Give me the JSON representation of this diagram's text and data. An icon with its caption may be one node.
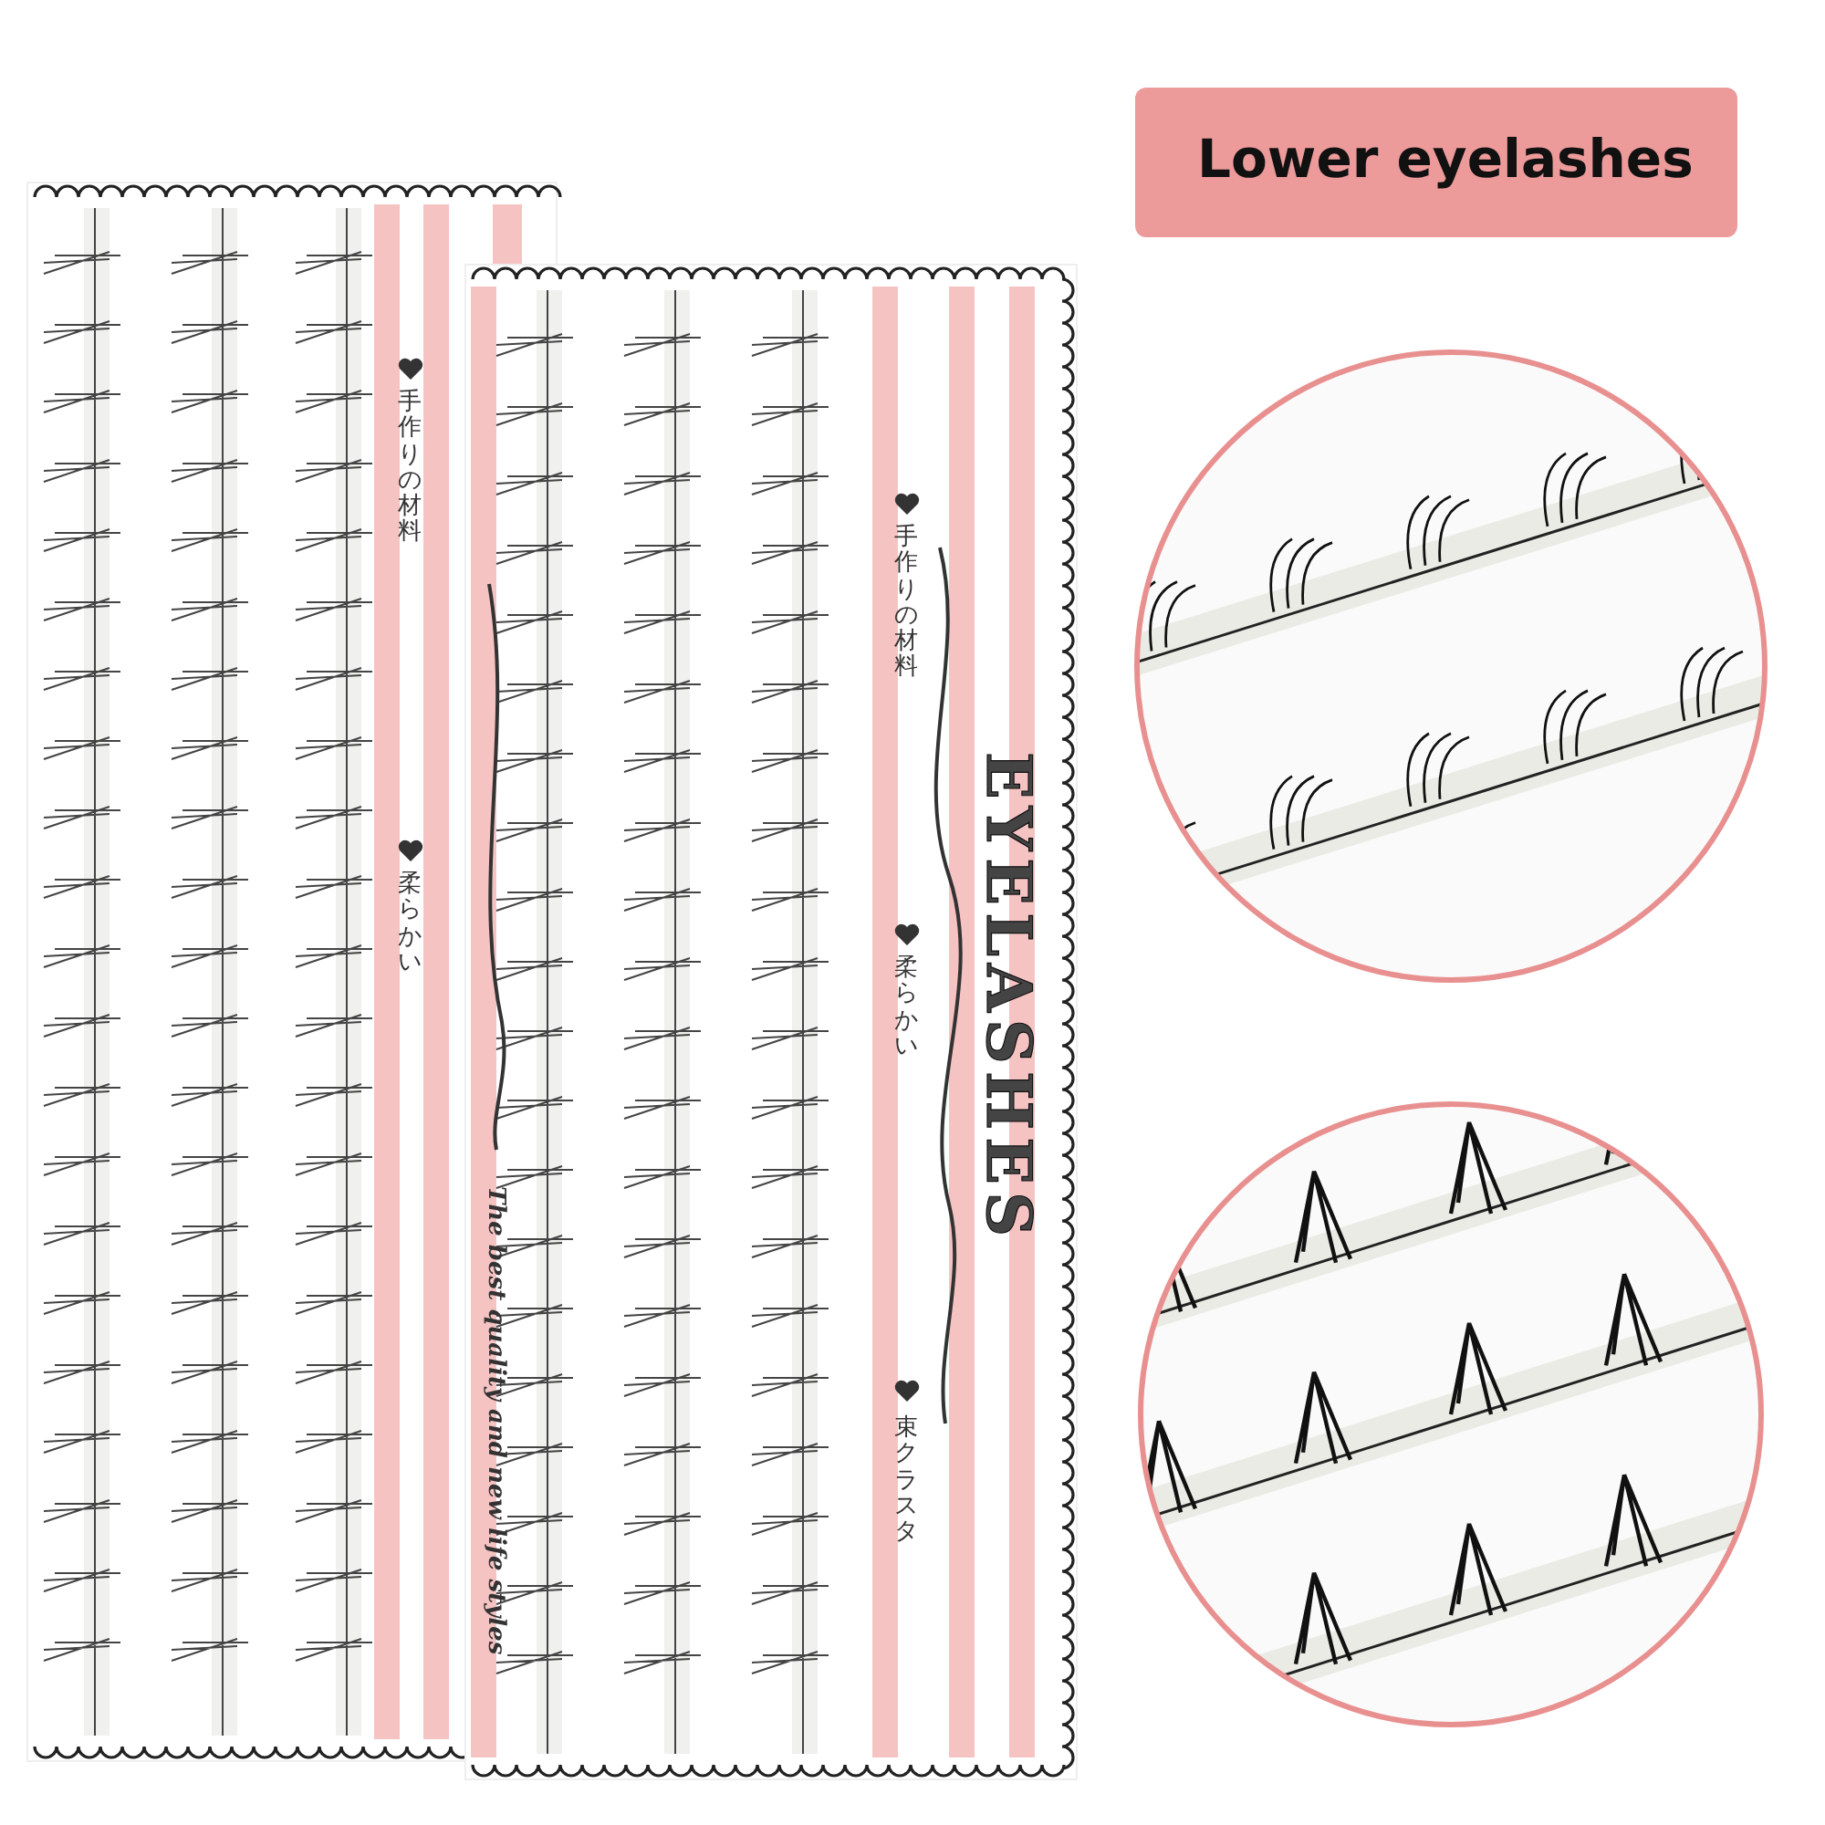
{
  "diagram": {
    "title": "Lower eyelashes",
    "labels": [
      "手作りの材料",
      "柔らかい",
      "手作りの材料",
      "柔らかい",
      "EYELASHES",
      "The best quality and new life styles",
      "束クラスタ"
    ]
  }
}
